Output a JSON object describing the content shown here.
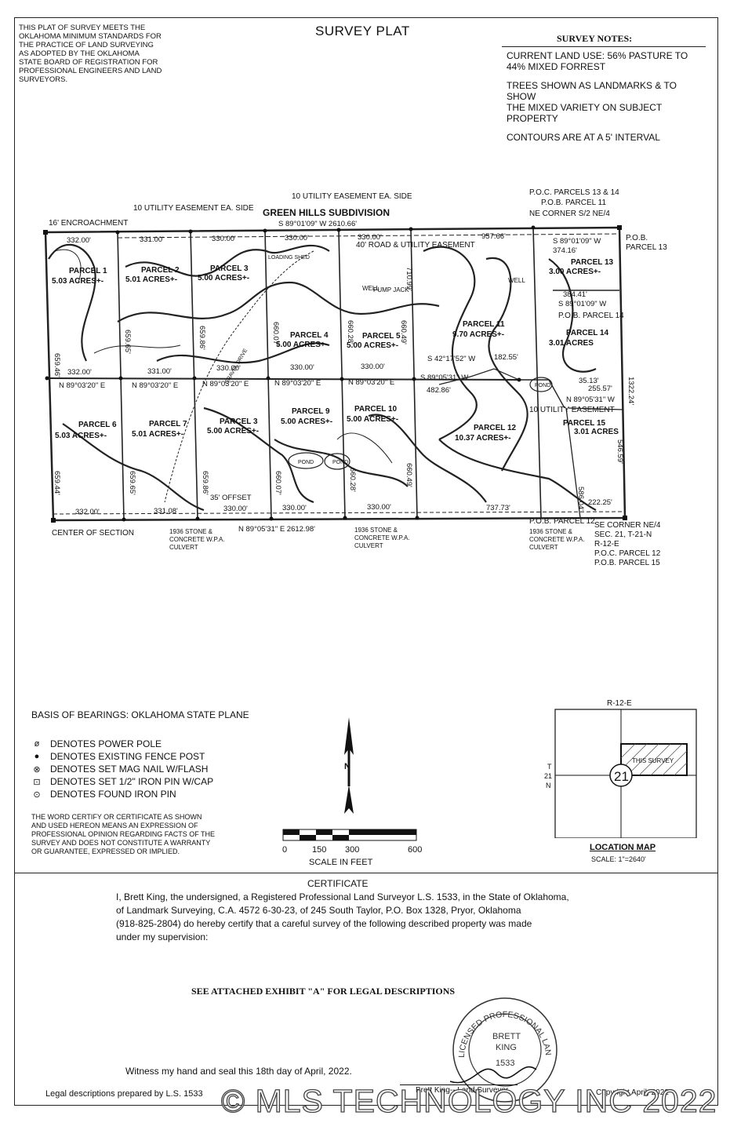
{
  "header": {
    "title": "SURVEY PLAT",
    "standards": [
      "THIS PLAT OF SURVEY MEETS THE",
      "OKLAHOMA MINIMUM STANDARDS FOR",
      "THE PRACTICE OF LAND SURVEYING",
      "AS ADOPTED BY THE OKLAHOMA",
      "STATE BOARD OF REGISTRATION FOR",
      "PROFESSIONAL ENGINEERS AND LAND",
      "SURVEYORS."
    ]
  },
  "notes": {
    "heading": "SURVEY NOTES:",
    "items": [
      "CURRENT LAND USE: 56% PASTURE TO",
      "44% MIXED FORREST",
      "TREES SHOWN AS LANDMARKS & TO SHOW",
      "THE MIXED VARIETY ON SUBJECT PROPERTY",
      "CONTOURS ARE AT A 5' INTERVAL"
    ]
  },
  "plat": {
    "subdivision": "GREEN HILLS SUBDIVISION",
    "easements": [
      "10 UTILITY EASEMENT EA. SIDE",
      "10 UTILITY EASEMENT EA. SIDE",
      "16' ENCROACHMENT",
      "40' ROAD & UTILITY EASEMENT",
      "10 UTILITY EASEMENT"
    ],
    "corners": [
      "P.O.C. PARCELS 13 & 14",
      "P.O.B. PARCEL 11",
      "NE CORNER S/2 NE/4",
      "P.O.B.",
      "PARCEL 13",
      "P.O.B. PARCEL 14",
      "CENTER OF SECTION",
      "P.O.B. PARCEL 12",
      "SE CORNER NE/4",
      "SEC. 21, T-21-N",
      "R-12-E",
      "P.O.C. PARCEL 12",
      "P.O.B. PARCEL 15"
    ],
    "culverts": [
      "1936 STONE &",
      "CONCRETE W.P.A.",
      "CULVERT"
    ],
    "parcels": [
      {
        "name": "PARCEL 1",
        "area": "5.03 ACRES+-"
      },
      {
        "name": "PARCEL 2",
        "area": "5.01 ACRES+-"
      },
      {
        "name": "PARCEL 3",
        "area": "5.00 ACRES+-"
      },
      {
        "name": "PARCEL 4",
        "area": "5.00 ACRES+-"
      },
      {
        "name": "PARCEL 5",
        "area": "5.00 ACRES+-"
      },
      {
        "name": "PARCEL 11",
        "area": "9.70 ACRES+-"
      },
      {
        "name": "PARCEL 13",
        "area": "3.00 ACRES+-"
      },
      {
        "name": "PARCEL 14",
        "area": "3.01 ACRES"
      },
      {
        "name": "PARCEL 6",
        "area": "5.03 ACRES+-"
      },
      {
        "name": "PARCEL 7",
        "area": "5.01 ACRES+-"
      },
      {
        "name": "PARCEL 3",
        "area": "5.00 ACRES+-"
      },
      {
        "name": "PARCEL 9",
        "area": "5.00 ACRES+-"
      },
      {
        "name": "PARCEL 10",
        "area": "5.00 ACRES+-"
      },
      {
        "name": "PARCEL 12",
        "area": "10.37 ACRES+-"
      },
      {
        "name": "PARCEL 15",
        "area": "3.01 ACRES"
      }
    ],
    "dims": [
      "332.00'",
      "331.00'",
      "330.00'",
      "330.00'",
      "330.00'",
      "957.66'",
      "S 89°01'09\" W  2610.66'",
      "374.16'",
      "S 89°01'09\" W",
      "384.41'",
      "S 89°01'09\" W",
      "332.00'",
      "331.00'",
      "330.00'",
      "330.00'",
      "330.00'",
      "N 89°03'20\" E",
      "N 89°03'20\" E",
      "N 89°03'20\" E",
      "N 89°03'20\" E",
      "N 89°03'20\" E",
      "S 89°05'31\" W",
      "482.86'",
      "S 42°17'52\" W",
      "182.55'",
      "255.57'",
      "N 89°05'31\" W",
      "35.13'",
      "222.25'",
      "737.73'",
      "332.00'",
      "331.08'",
      "330.00'",
      "330.00'",
      "330.00'",
      "N 89°05'31\" E   2612.98'",
      "659.46'",
      "659.65'",
      "659.86'",
      "660.07'",
      "660.28'",
      "660.49'",
      "659.44'",
      "659.65'",
      "659.86'",
      "660.07'",
      "660.28'",
      "660.49'",
      "710.99'",
      "1322.24'",
      "546.59'",
      "586.04'",
      "35' OFFSET",
      "WELL",
      "WELL",
      "PUMP JACK",
      "LOADING SHED",
      "POND",
      "POND",
      "POND",
      "GRAVEL DRIVE"
    ]
  },
  "legend": {
    "basis": "BASIS OF BEARINGS: OKLAHOMA STATE PLANE",
    "items": [
      {
        "symbol": "ø",
        "label": "DENOTES POWER POLE"
      },
      {
        "symbol": "●",
        "label": "DENOTES EXISTING FENCE POST"
      },
      {
        "symbol": "⊗",
        "label": "DENOTES SET MAG NAIL W/FLASH"
      },
      {
        "symbol": "⊡",
        "label": "DENOTES SET 1/2\" IRON PIN W/CAP"
      },
      {
        "symbol": "⊙",
        "label": "DENOTES FOUND IRON PIN"
      }
    ],
    "disclaimer": [
      "THE WORD CERTIFY OR CERTIFICATE AS SHOWN",
      "AND USED HEREON MEANS AN EXPRESSION OF",
      "PROFESSIONAL OPINION REGARDING FACTS OF THE",
      "SURVEY AND DOES NOT CONSTITUTE A WARRANTY",
      "OR GUARANTEE, EXPRESSED OR IMPLIED."
    ]
  },
  "scale": {
    "ticks": [
      "0",
      "150",
      "300",
      "600"
    ],
    "label": "SCALE IN FEET",
    "north": "N"
  },
  "location_map": {
    "range": "R-12-E",
    "township_t": "T",
    "township_n": "21",
    "township_suffix": "N",
    "section": "21",
    "subject": "THIS SURVEY",
    "title": "LOCATION MAP",
    "scale": "SCALE: 1\"=2640'"
  },
  "certificate": {
    "heading": "CERTIFICATE",
    "body": [
      "I, Brett King, the undersigned, a Registered Professional Land Surveyor L.S. 1533, in the State of Oklahoma,",
      "of Landmark Surveying, C.A. 4572 6-30-23, of 245 South Taylor, P.O. Box 1328, Pryor, Oklahoma",
      "(918-825-2804) do hereby certify that a careful survey of the following described property was made",
      "under my supervision:"
    ],
    "exhibit": "SEE ATTACHED EXHIBIT \"A\" FOR LEGAL DESCRIPTIONS",
    "witness": "Witness my hand and seal this 18th day of April, 2022.",
    "prepared": "Legal descriptions prepared by L.S. 1533",
    "signer": "Brett King-- Land Surveyor",
    "copyright": "Copyright April, 2022",
    "seal_ring": "LICENSED PROFESSIONAL LAND SURVEYOR",
    "seal_name1": "BRETT",
    "seal_name2": "KING",
    "seal_number": "1533"
  },
  "watermark": "© MLS TECHNOLOGY INC 2022"
}
